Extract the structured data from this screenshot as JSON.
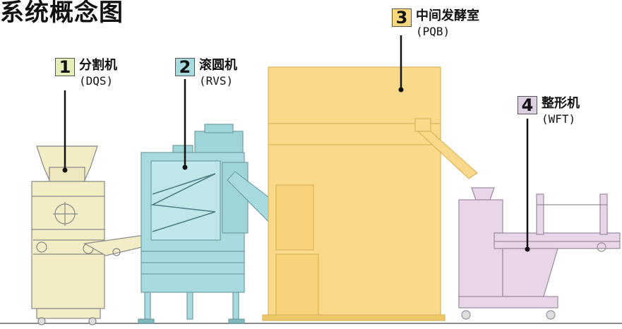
{
  "title": "系统概念图",
  "machines": [
    {
      "num": "1",
      "name": "分割机",
      "code": "(DQS)",
      "color": "#e6eeb8"
    },
    {
      "num": "2",
      "name": "滚圆机",
      "code": "(RVS)",
      "color": "#a8dbe0"
    },
    {
      "num": "3",
      "name": "中间发酵室",
      "code": "(PQB)",
      "color": "#fbd77b"
    },
    {
      "num": "4",
      "name": "整形机",
      "code": "(WFT)",
      "color": "#ddd0e3"
    }
  ],
  "colors": {
    "dqs_body": "#f3edc6",
    "rvs_body": "#9fd5d8",
    "pqb_body": "#fad98a",
    "wft_body": "#e8d6e8",
    "outline": "#777777",
    "ground": "#8c8c8c"
  }
}
